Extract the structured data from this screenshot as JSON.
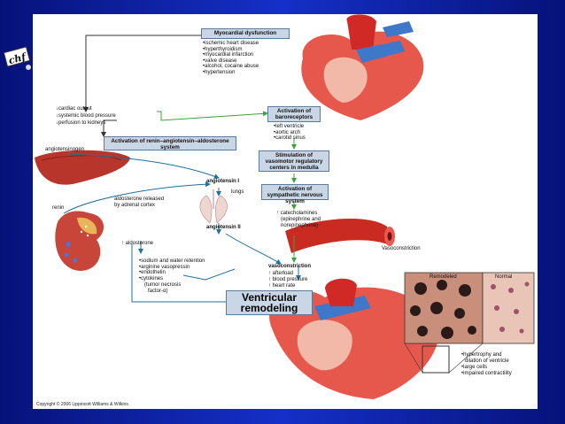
{
  "logo_text": "chf",
  "myocardial": {
    "title": "Myocardial dysfunction",
    "causes": [
      "ischemic heart disease",
      "hyperthyroidism",
      "myocardial infarction",
      "valve disease",
      "alcohol, cocaine abuse",
      "hypertension"
    ]
  },
  "effects": [
    "↓cardiac output",
    "↓systemic blood pressure",
    "↓perfusion to kidneys"
  ],
  "raas_box": "Activation of renin–angiotensin–aldosterone system",
  "baroreceptors": {
    "title": "Activation of baroreceptors",
    "sites": [
      "left ventricle",
      "aortic arch",
      "carotid sinus"
    ]
  },
  "vasomotor_box": "Stimulation of vasomotor regulatory centers in medulla",
  "sympathetic_box": "Activation of sympathetic nervous system",
  "catecholamines": [
    "↑ catecholamines",
    "(epinephrine and",
    "norepinephrine)"
  ],
  "labels": {
    "angiotensinogen": "angiotensinogen",
    "angiotensin1": "angiotensin I",
    "lungs": "lungs",
    "angiotensin2": "angiotensin II",
    "renin": "renin",
    "aldo_released": [
      "aldosterone released",
      "by adrenal cortex"
    ],
    "aldosterone": "↑ aldosterone",
    "vasoconstriction_art": "Vasoconstriction",
    "vasoconstriction": "vasoconstriction",
    "remodeled": "Remodeled",
    "normal": "Normal"
  },
  "mediators": [
    "sodium and water retention",
    "arginine vasopressin",
    "endothelin",
    "cytokines",
    "(tumor necrosis",
    "factor-α)"
  ],
  "vaso_effects": [
    "↑ afterload",
    "↑ blood pressure",
    "↑ heart rate"
  ],
  "ventricular": [
    "Ventricular",
    "remodeling"
  ],
  "hypertrophy": [
    "hypertrophy and",
    "dilation of ventricle",
    "large cells",
    "impaired contractility"
  ],
  "copyright": "Copyright © 2006 Lippincott Williams & Wilkins.",
  "colors": {
    "box_fill": "#c9d6e6",
    "arrow_blue": "#1f6f9f",
    "arrow_green": "#3aa33a",
    "slide_blue": "#0a1a9e"
  }
}
